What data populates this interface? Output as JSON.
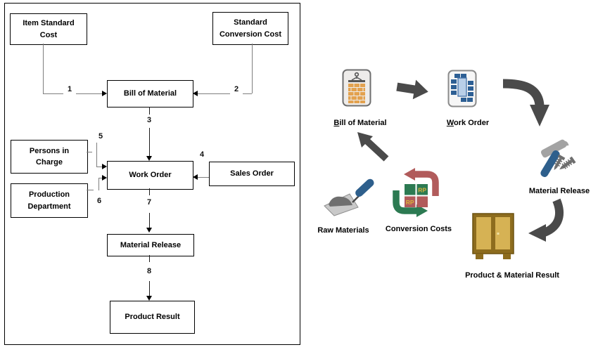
{
  "flowchart": {
    "boxes": [
      {
        "id": "item-standard-cost",
        "label": "Item Standard\nCost"
      },
      {
        "id": "standard-conversion-cost",
        "label": "Standard\nConversion Cost"
      },
      {
        "id": "bill-of-material",
        "label": "Bill of Material"
      },
      {
        "id": "persons-in-charge",
        "label": "Persons in\nCharge"
      },
      {
        "id": "production-department",
        "label": "Production\nDepartment"
      },
      {
        "id": "work-order",
        "label": "Work Order"
      },
      {
        "id": "sales-order",
        "label": "Sales Order"
      },
      {
        "id": "material-release",
        "label": "Material Release"
      },
      {
        "id": "product-result",
        "label": "Product Result"
      }
    ],
    "arrow_labels": [
      "1",
      "2",
      "3",
      "4",
      "5",
      "6",
      "7",
      "8"
    ]
  },
  "cycle": {
    "bill_of_material": {
      "initial": "B",
      "rest": "ill of Material"
    },
    "work_order": {
      "initial": "W",
      "rest": "ork Order"
    },
    "material_release": "Material Release",
    "product_material_result": "Product & Material Result",
    "conversion_costs": "Conversion Costs",
    "raw_materials": "Raw Materials",
    "rp_label": "RP"
  },
  "colors": {
    "arrow_dark": "#4a4a4a",
    "connector_gray": "#7e7e7e",
    "brick_orange": "#e3a24f",
    "blue_dark": "#2d5f94",
    "blue_light": "#b9cfe8",
    "green": "#2c7a52",
    "red": "#b15b5b",
    "gold": "#d9b23a",
    "cabinet_frame": "#8d6c1e",
    "cabinet_door": "#d6b254",
    "steel_blue": "#2e5f8c",
    "tool_gray": "#a3a3a3"
  }
}
